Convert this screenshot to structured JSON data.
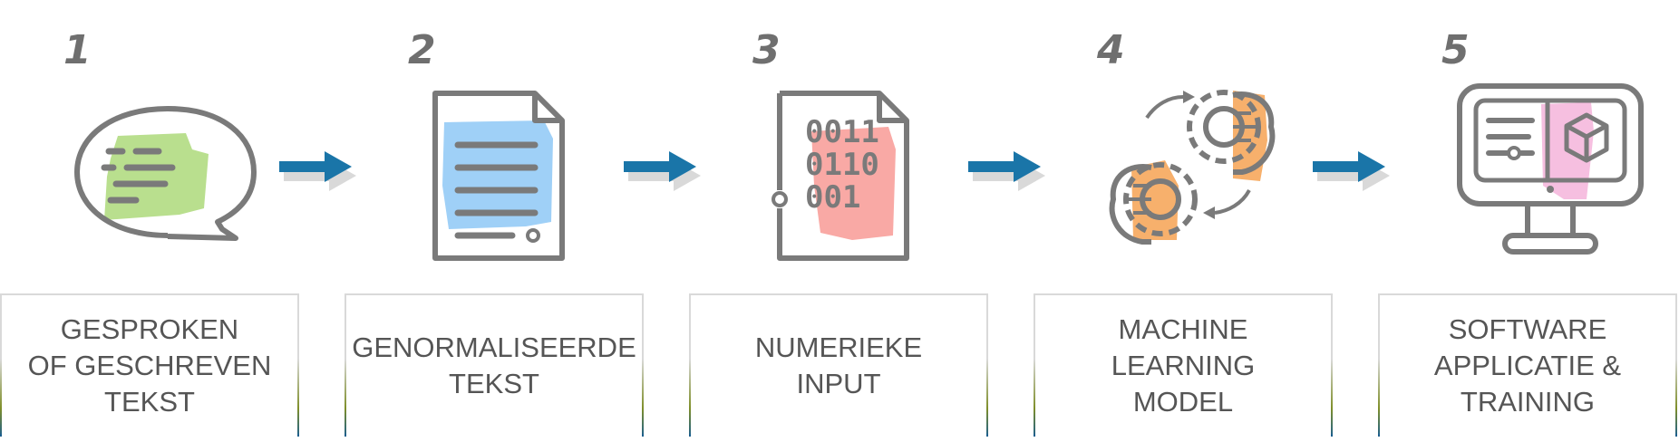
{
  "steps": [
    {
      "number": "1",
      "label": "GESPROKEN\nOF GESCHREVEN\nTEKST",
      "icon": "speech-bubble-icon"
    },
    {
      "number": "2",
      "label": "GENORMALISEERDE\nTEKST",
      "icon": "document-icon"
    },
    {
      "number": "3",
      "label": "NUMERIEKE\nINPUT",
      "icon": "binary-document-icon"
    },
    {
      "number": "4",
      "label": "MACHINE\nLEARNING\nMODEL",
      "icon": "brain-gears-icon"
    },
    {
      "number": "5",
      "label": "SOFTWARE\nAPPLICATIE &\nTRAINING",
      "icon": "computer-monitor-icon"
    }
  ],
  "binary": [
    "0011",
    "0110",
    "001"
  ],
  "colors": {
    "arrow": "#1a75a8",
    "icon_stroke": "#7a7a7a",
    "text": "#555555",
    "green": "#b9df8e",
    "blue": "#9fd0f7",
    "red": "#f9a9a5",
    "orange": "#f7b06c",
    "pink": "#f6bfe0"
  }
}
